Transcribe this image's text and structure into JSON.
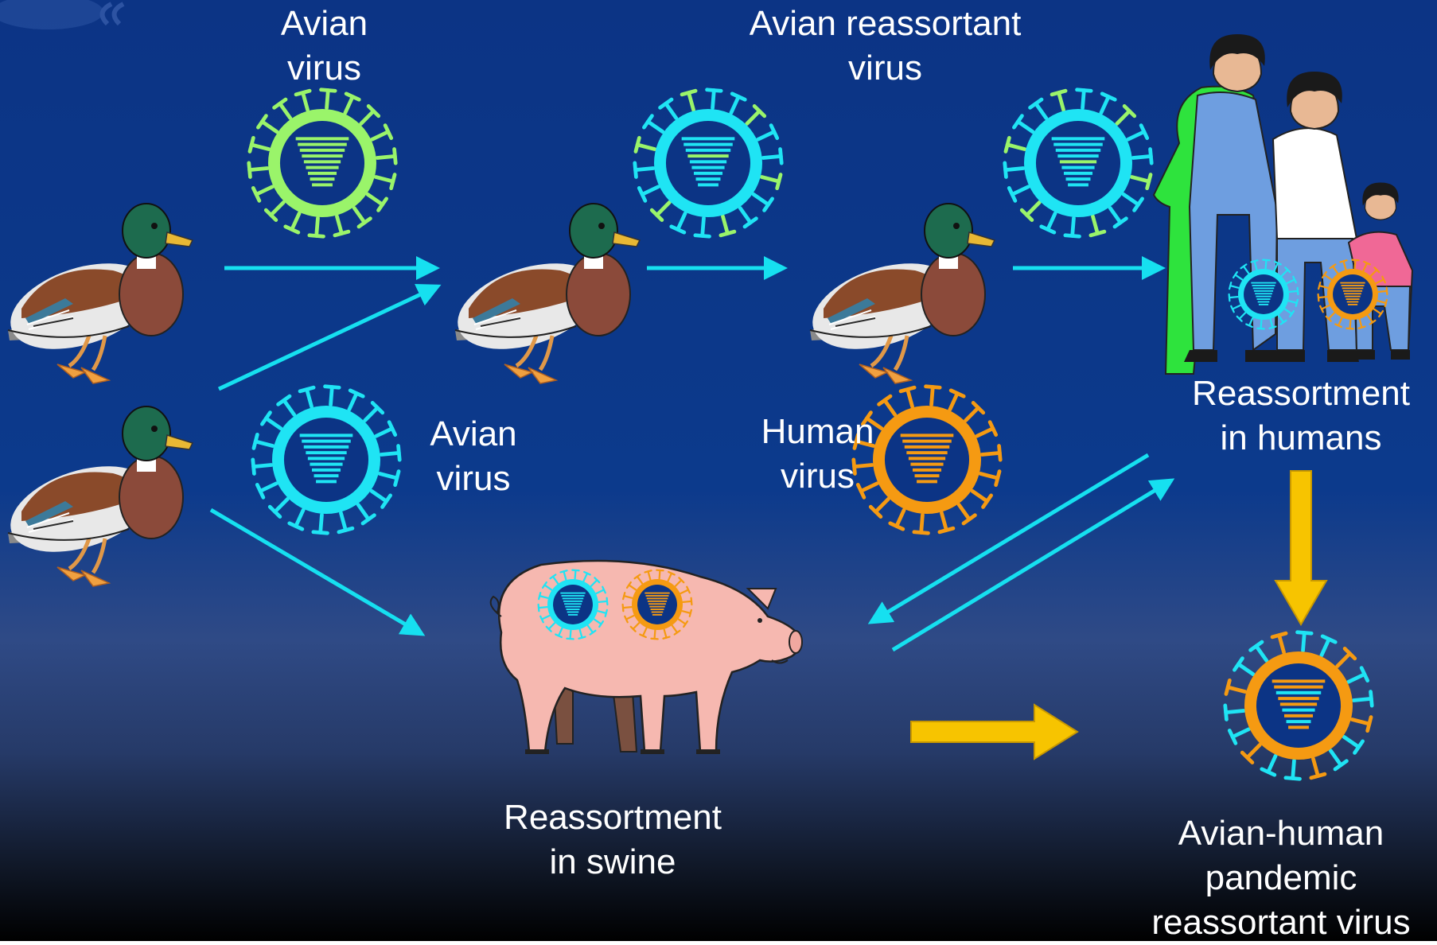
{
  "labels": {
    "avian_virus_top": [
      "Avian",
      "virus"
    ],
    "avian_reassortant": [
      "Avian reassortant",
      "virus"
    ],
    "avian_virus_mid": [
      "Avian",
      "virus"
    ],
    "human_virus": [
      "Human",
      "virus"
    ],
    "reassortment_humans": [
      "Reassortment",
      "in humans"
    ],
    "reassortment_swine": [
      "Reassortment",
      "in swine"
    ],
    "pandemic": [
      "Avian-human",
      "pandemic",
      "reassortant virus"
    ]
  },
  "colors": {
    "background_top": "#0c3485",
    "cyan_arrow": "#16e0f0",
    "gold_arrow": "#f7c400",
    "avian_green": "#9af46a",
    "avian_cyan": "#1fe4f4",
    "human_orange": "#f59a12",
    "virus_core": "#0c3485"
  },
  "icons": {
    "duck": "mallard-duck-icon",
    "pig": "pig-icon",
    "family": "human-family-icon",
    "virus": "influenza-virus-icon"
  }
}
